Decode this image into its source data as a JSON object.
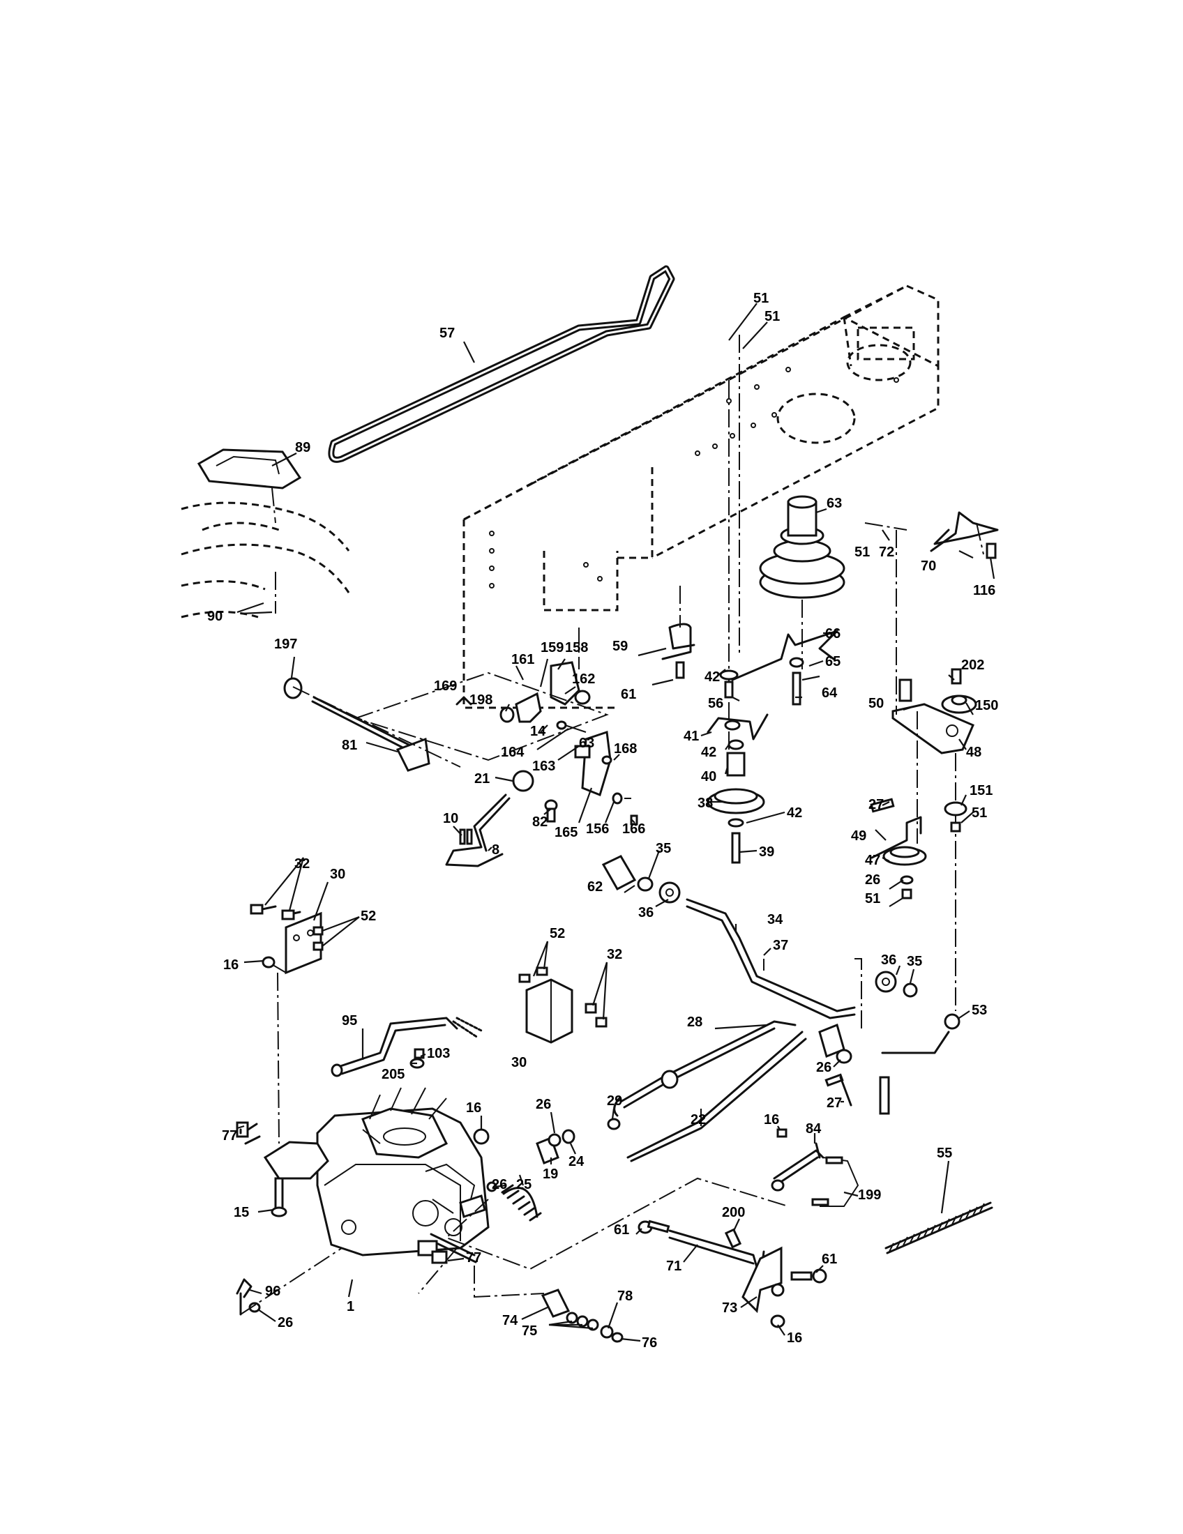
{
  "parts": [
    {
      "id": "p57",
      "text": "57"
    },
    {
      "id": "p51a",
      "text": "51"
    },
    {
      "id": "p51b",
      "text": "51"
    },
    {
      "id": "p89",
      "text": "89"
    },
    {
      "id": "p63a",
      "text": "63"
    },
    {
      "id": "p51c",
      "text": "51"
    },
    {
      "id": "p72",
      "text": "72"
    },
    {
      "id": "p70",
      "text": "70"
    },
    {
      "id": "p116",
      "text": "116"
    },
    {
      "id": "p90",
      "text": "90"
    },
    {
      "id": "p197",
      "text": "197"
    },
    {
      "id": "p59",
      "text": "59"
    },
    {
      "id": "p66",
      "text": "66"
    },
    {
      "id": "p65",
      "text": "65"
    },
    {
      "id": "p161",
      "text": "161"
    },
    {
      "id": "p159",
      "text": "159"
    },
    {
      "id": "p158",
      "text": "158"
    },
    {
      "id": "p162",
      "text": "162"
    },
    {
      "id": "p169",
      "text": "169"
    },
    {
      "id": "p198",
      "text": "198"
    },
    {
      "id": "p61a",
      "text": "61"
    },
    {
      "id": "p42a",
      "text": "42"
    },
    {
      "id": "p202",
      "text": "202"
    },
    {
      "id": "p56",
      "text": "56"
    },
    {
      "id": "p64",
      "text": "64"
    },
    {
      "id": "p50",
      "text": "50"
    },
    {
      "id": "p150",
      "text": "150"
    },
    {
      "id": "p14",
      "text": "14"
    },
    {
      "id": "p63b",
      "text": "63"
    },
    {
      "id": "p41",
      "text": "41"
    },
    {
      "id": "p81",
      "text": "81"
    },
    {
      "id": "p164",
      "text": "164"
    },
    {
      "id": "p163",
      "text": "163"
    },
    {
      "id": "p168",
      "text": "168"
    },
    {
      "id": "p42b",
      "text": "42"
    },
    {
      "id": "p48",
      "text": "48"
    },
    {
      "id": "p21",
      "text": "21"
    },
    {
      "id": "p40",
      "text": "40"
    },
    {
      "id": "p27a",
      "text": "27"
    },
    {
      "id": "p151",
      "text": "151"
    },
    {
      "id": "p10",
      "text": "10"
    },
    {
      "id": "p82",
      "text": "82"
    },
    {
      "id": "p165",
      "text": "165"
    },
    {
      "id": "p156",
      "text": "156"
    },
    {
      "id": "p166",
      "text": "166"
    },
    {
      "id": "p38",
      "text": "38"
    },
    {
      "id": "p42c",
      "text": "42"
    },
    {
      "id": "p51d",
      "text": "51"
    },
    {
      "id": "p49",
      "text": "49"
    },
    {
      "id": "p8",
      "text": "8"
    },
    {
      "id": "p35a",
      "text": "35"
    },
    {
      "id": "p39",
      "text": "39"
    },
    {
      "id": "p47",
      "text": "47"
    },
    {
      "id": "p32a",
      "text": "32"
    },
    {
      "id": "p30a",
      "text": "30"
    },
    {
      "id": "p62",
      "text": "62"
    },
    {
      "id": "p26a",
      "text": "26"
    },
    {
      "id": "p51e",
      "text": "51"
    },
    {
      "id": "p52a",
      "text": "52"
    },
    {
      "id": "p36a",
      "text": "36"
    },
    {
      "id": "p34",
      "text": "34"
    },
    {
      "id": "p16a",
      "text": "16"
    },
    {
      "id": "p52b",
      "text": "52"
    },
    {
      "id": "p37",
      "text": "37"
    },
    {
      "id": "p32b",
      "text": "32"
    },
    {
      "id": "p36b",
      "text": "36"
    },
    {
      "id": "p35b",
      "text": "35"
    },
    {
      "id": "p53",
      "text": "53"
    },
    {
      "id": "p95",
      "text": "95"
    },
    {
      "id": "p30b",
      "text": "30"
    },
    {
      "id": "p28",
      "text": "28"
    },
    {
      "id": "p103",
      "text": "103"
    },
    {
      "id": "p26b",
      "text": "26"
    },
    {
      "id": "p205",
      "text": "205"
    },
    {
      "id": "p29",
      "text": "29"
    },
    {
      "id": "p16b",
      "text": "16"
    },
    {
      "id": "p26c",
      "text": "26"
    },
    {
      "id": "p27b",
      "text": "27"
    },
    {
      "id": "p22",
      "text": "22"
    },
    {
      "id": "p16c",
      "text": "16"
    },
    {
      "id": "p77a",
      "text": "77"
    },
    {
      "id": "p84",
      "text": "84"
    },
    {
      "id": "p24",
      "text": "24"
    },
    {
      "id": "p19",
      "text": "19"
    },
    {
      "id": "p25",
      "text": "25"
    },
    {
      "id": "p26d",
      "text": "26"
    },
    {
      "id": "p55",
      "text": "55"
    },
    {
      "id": "p199",
      "text": "199"
    },
    {
      "id": "p15",
      "text": "15"
    },
    {
      "id": "p200",
      "text": "200"
    },
    {
      "id": "p61b",
      "text": "61"
    },
    {
      "id": "p77b",
      "text": "77"
    },
    {
      "id": "p61c",
      "text": "61"
    },
    {
      "id": "p71",
      "text": "71"
    },
    {
      "id": "p96",
      "text": "96"
    },
    {
      "id": "p78",
      "text": "78"
    },
    {
      "id": "p1",
      "text": "1"
    },
    {
      "id": "p26e",
      "text": "26"
    },
    {
      "id": "p74",
      "text": "74"
    },
    {
      "id": "p76",
      "text": "76"
    },
    {
      "id": "p73",
      "text": "73"
    },
    {
      "id": "p16d",
      "text": "16"
    },
    {
      "id": "p75",
      "text": "75"
    }
  ]
}
